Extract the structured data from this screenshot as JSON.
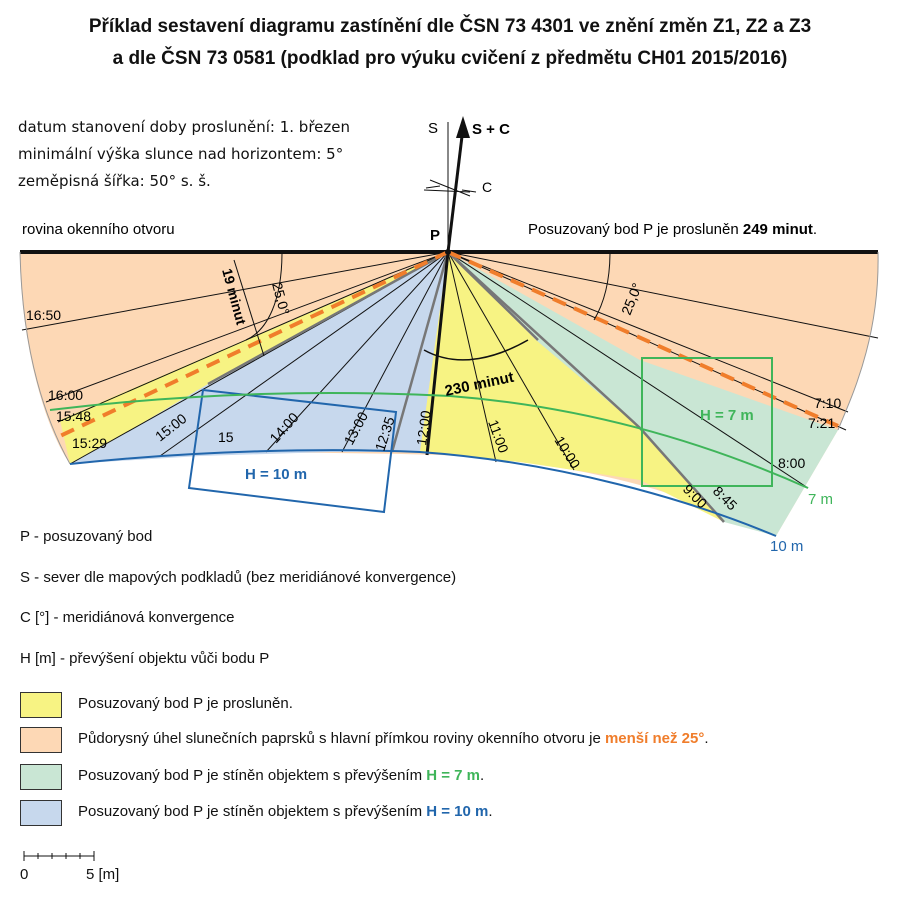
{
  "title": {
    "line1": "Příklad sestavení diagramu zastínění dle ČSN 73 4301 ve znění změn Z1, Z2 a Z3",
    "line2": "a dle ČSN 73 0581 (podklad pro výuku cvičení z předmětu CH01 2015/2016)"
  },
  "info": {
    "date": "datum stanovení doby proslunění: 1. březen",
    "min_height": "minimální výška slunce nad horizontem: 5°",
    "latitude": "zeměpisná šířka: 50° s. š."
  },
  "diagram": {
    "window_plane": "rovina okenního otvoru",
    "point_label": "P",
    "north_label": "S",
    "north_conv_label": "S + C",
    "conv_label": "C",
    "result_text": "Posuzovaný bod P je prosluněn",
    "result_minutes": "249 minut",
    "result_end": ".",
    "minutes_230": "230 minut",
    "minutes_19": "19 minut",
    "angle_left": "25,0°",
    "angle_right": "25,0°",
    "time_labels": [
      "16:50",
      "16:00",
      "15:48",
      "15:29",
      "15:00",
      "15",
      "14:00",
      "13:00",
      "12:35",
      "12:00",
      "11:00",
      "10:00",
      "9:00",
      "8:45",
      "8:00",
      "7:10",
      "7:21"
    ],
    "box_10": "H = 10 m",
    "box_7": "H = 7 m",
    "curve_7": "7 m",
    "curve_10": "10 m"
  },
  "definitions": {
    "p": "P - posuzovaný bod",
    "s": "S - sever dle mapových podkladů (bez meridiánové konvergence)",
    "c": "C [°] - meridiánová konvergence",
    "h": "H [m] - převýšení objektu vůči bodu P"
  },
  "legend": [
    {
      "color": "#f7f383",
      "text": "Posuzovaný bod P je prosluněn.",
      "highlight": "",
      "end": ""
    },
    {
      "color": "#fdd8b5",
      "text": "Půdorysný úhel slunečních paprsků s hlavní přímkou roviny okenního otvoru je ",
      "highlight": "menší než 25°",
      "end": "."
    },
    {
      "color": "#c9e6d4",
      "text": "Posuzovaný bod P je stíněn objektem s převýšením ",
      "highlight": "H = 7 m",
      "end": "."
    },
    {
      "color": "#c7d8ed",
      "text": "Posuzovaný bod P je stíněn objektem s převýšením ",
      "highlight": "H = 10 m",
      "end": "."
    }
  ],
  "colors": {
    "yellow": "#f7f383",
    "peach": "#fdd8b5",
    "green_fill": "#c9e6d4",
    "blue_fill": "#c7d8ed",
    "green": "#3fb55a",
    "blue": "#2166ac",
    "orange": "#f07d2b"
  },
  "scale": {
    "zero": "0",
    "five": "5 [m]"
  }
}
